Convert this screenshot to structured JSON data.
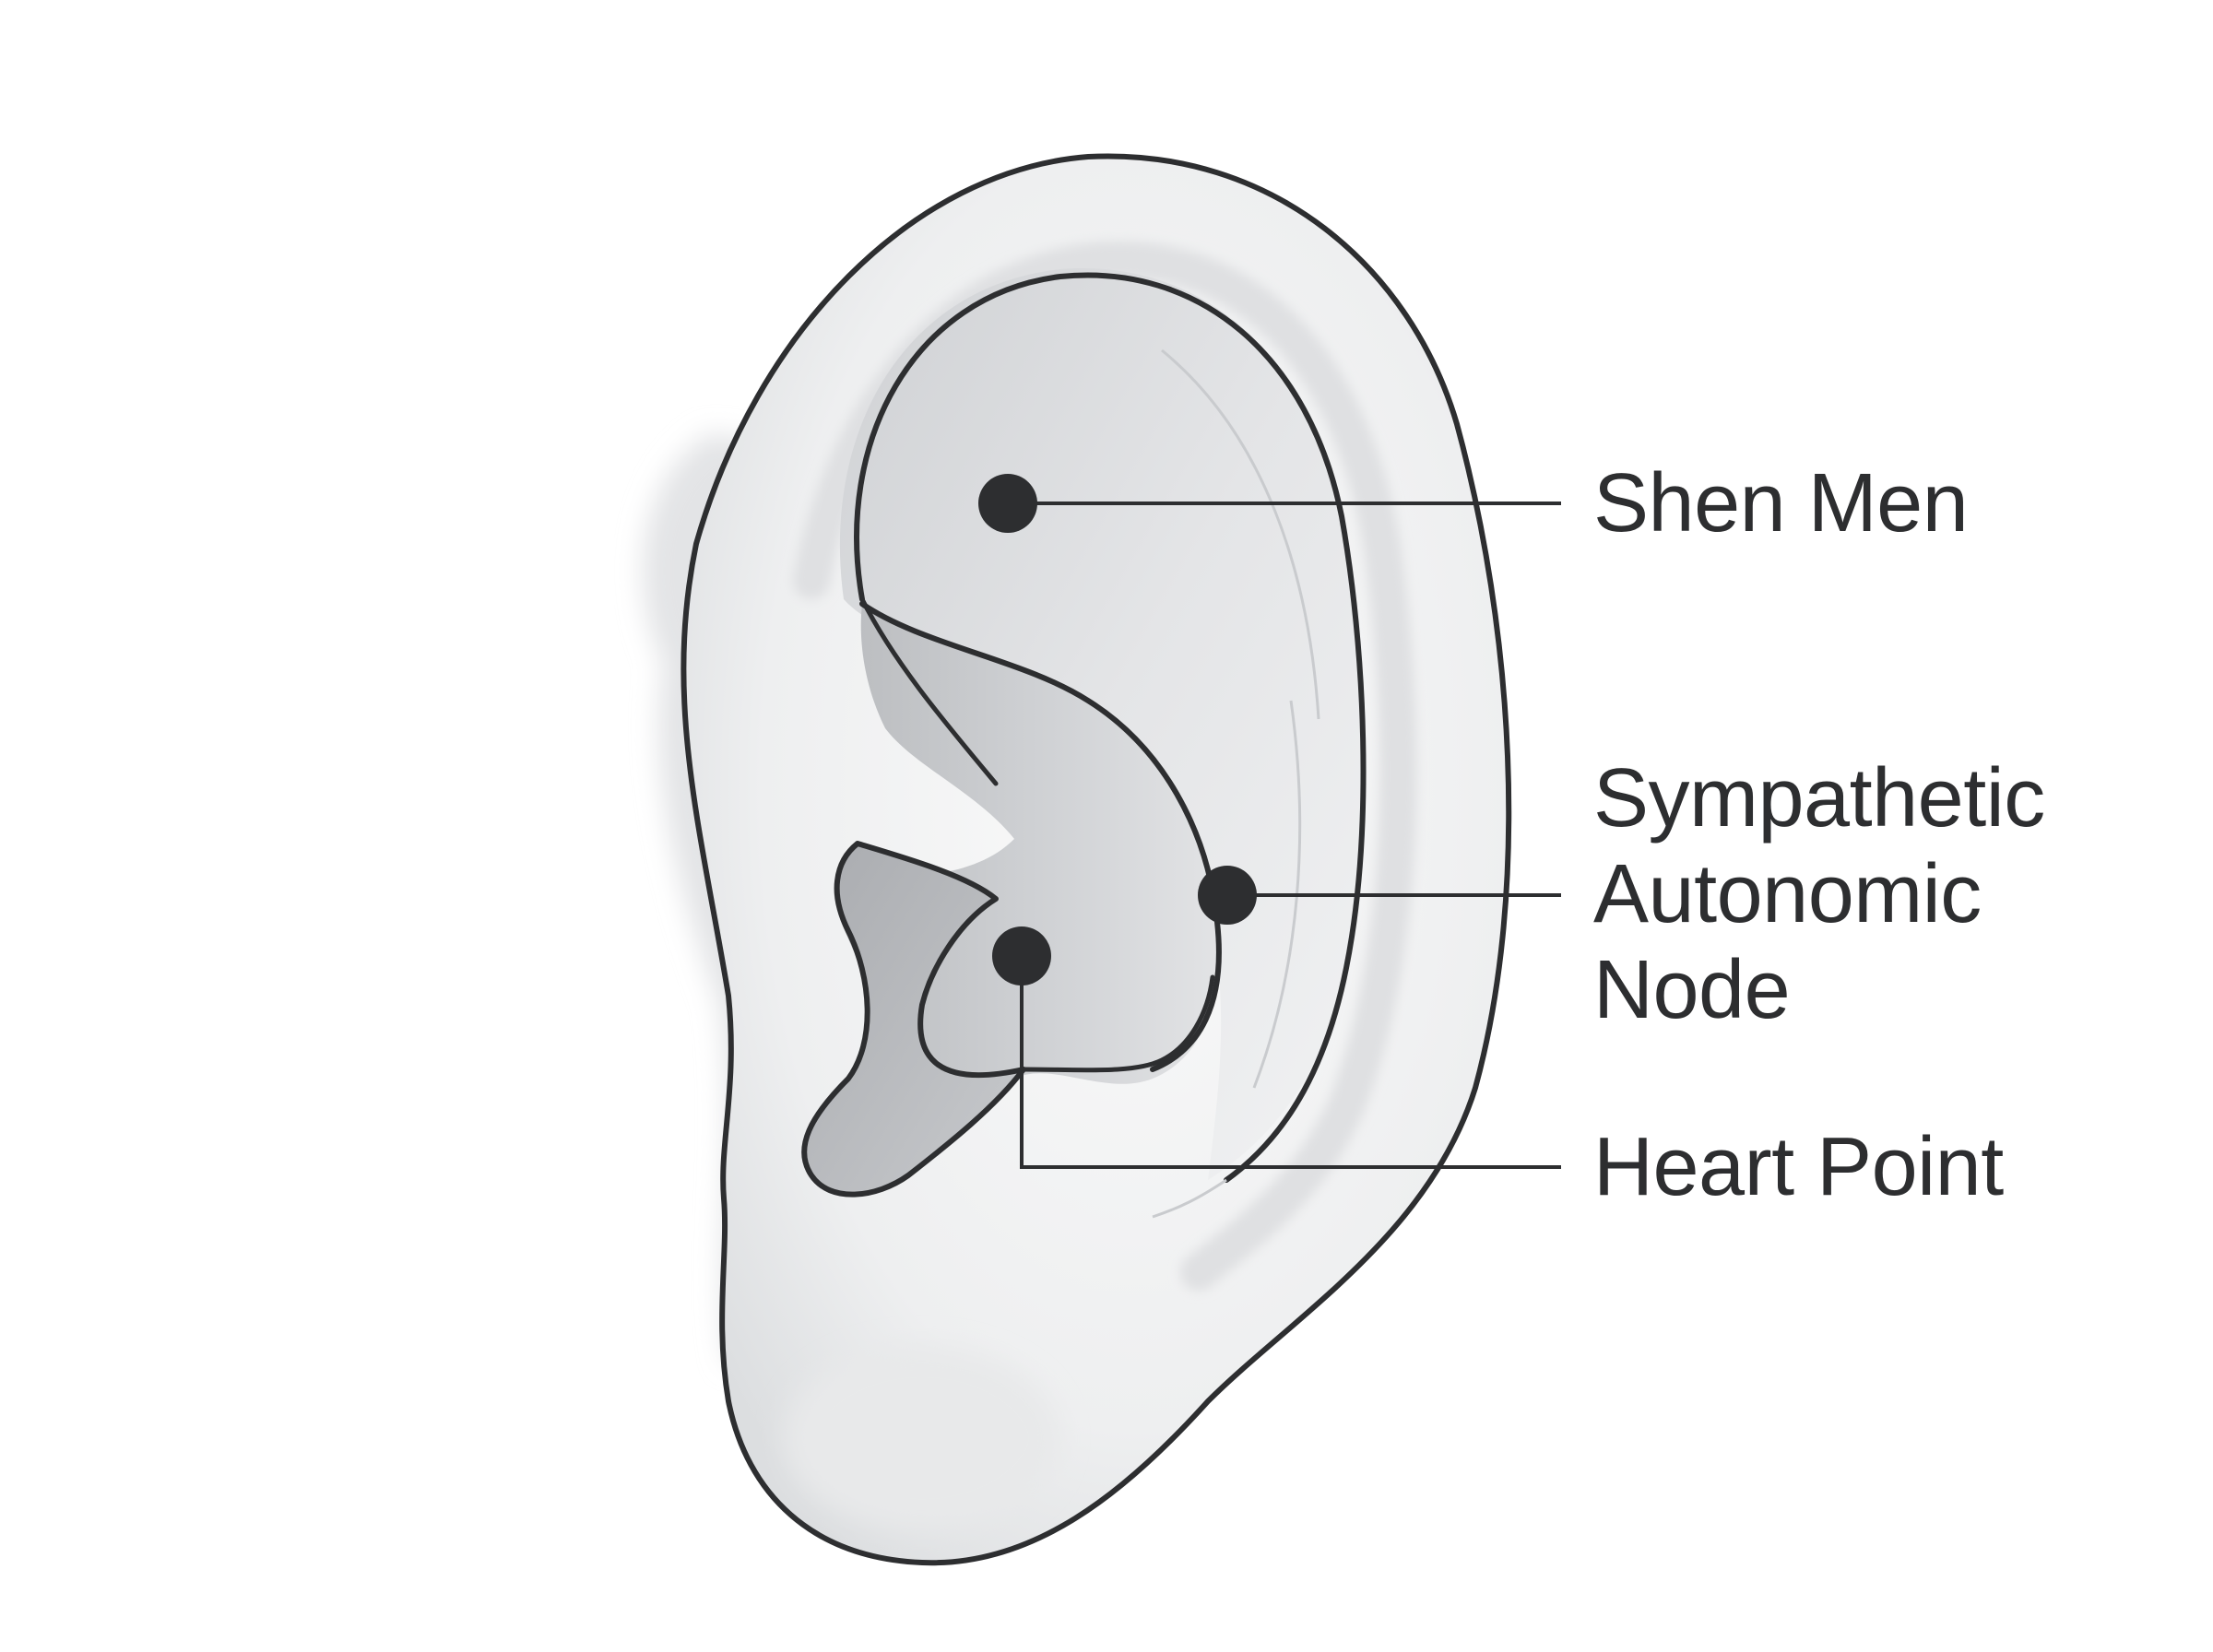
{
  "colors": {
    "outline": "#2d2e30",
    "point": "#2d2e30",
    "shade_dark": "#b9bbbf",
    "shade_mid": "#d6d8db",
    "skin": "#f3f4f5",
    "background": "#ffffff"
  },
  "points": [
    {
      "id": "shen-men",
      "label_lines": [
        "Shen Men"
      ]
    },
    {
      "id": "sympathetic-autonomic-node",
      "label_lines": [
        "Sympathetic",
        "Autonomic",
        "Node"
      ]
    },
    {
      "id": "heart-point",
      "label_lines": [
        "Heart Point"
      ]
    }
  ]
}
